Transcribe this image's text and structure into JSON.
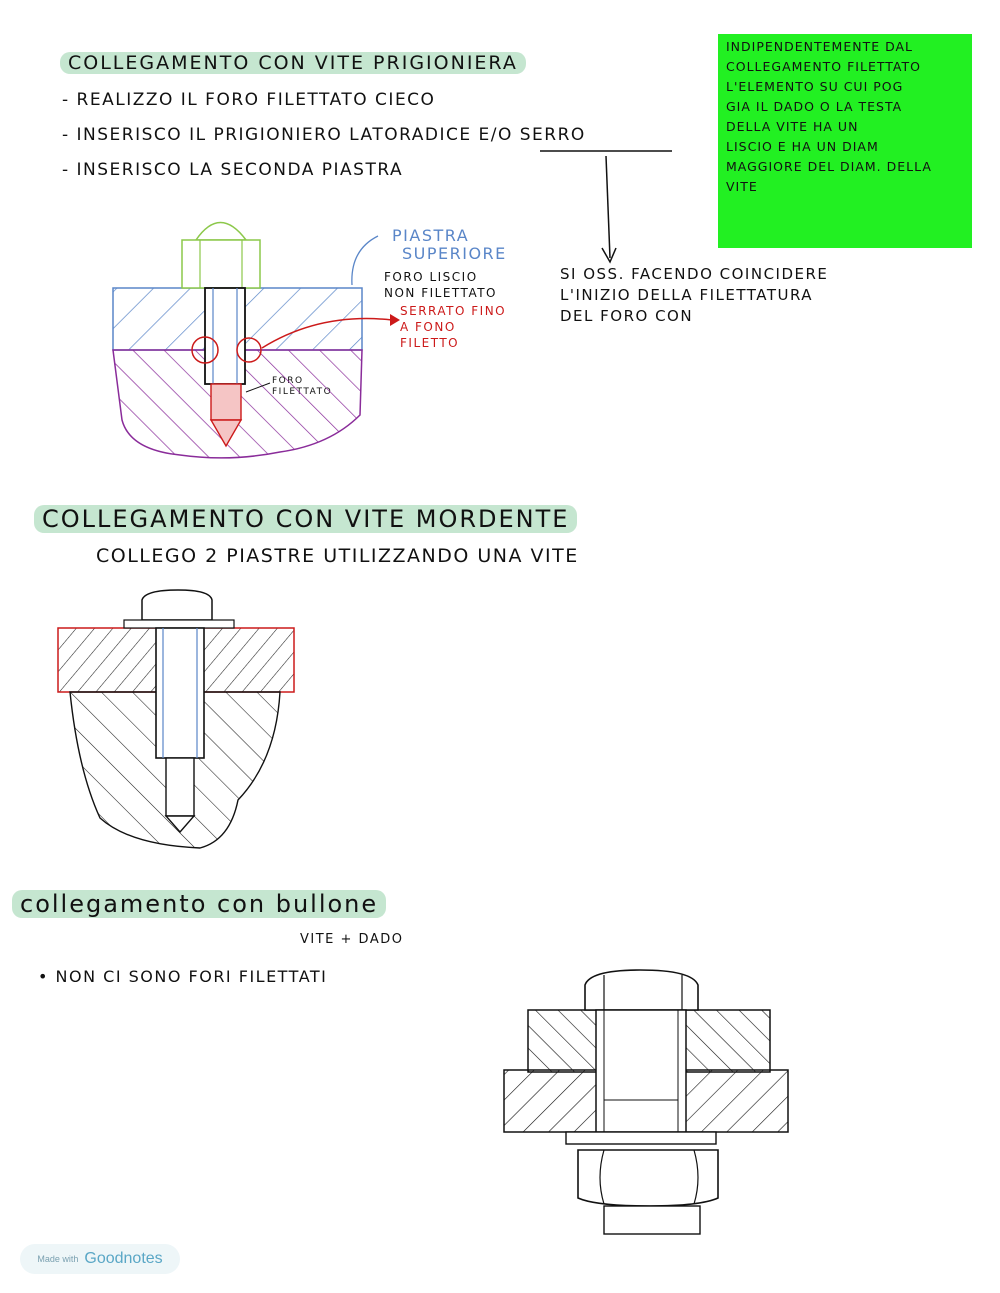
{
  "section1": {
    "title": "collegamento con vite prigioniera",
    "items": [
      "- realizzo il foro filettato cieco",
      "- inserisco il prigioniero latoradice e/o serro",
      "- inserisco la seconda piastra"
    ],
    "serro_word": "serro",
    "note_box": [
      "indipendentemente dal",
      "collegamento filettato",
      "l'elemento su cui pog",
      "gia il dado o la testa",
      "della vite ha un",
      "liscio e ha un diam",
      "maggiore del diam. della",
      "vite"
    ],
    "arrow_note": [
      "si oss. facendo coincidere",
      "l'inizio della filettatura",
      "del foro con"
    ],
    "label_piastra": [
      "piastra",
      "superiore"
    ],
    "label_foro_liscio": [
      "foro liscio",
      "non filettato"
    ],
    "label_serrato": [
      "serrato fino",
      "a fono",
      "filetto"
    ],
    "label_foro_filettato": [
      "foro",
      "filettato"
    ]
  },
  "section2": {
    "title": "collegamento con vite mordente",
    "subtitle": "collego 2 piastre utilizzando una vite"
  },
  "section3": {
    "title": "collegamento con bullone",
    "sub_label": "vite + dado",
    "bullet": "• non ci sono fori filettati"
  },
  "footer": {
    "made_with": "Made with",
    "brand": "Goodnotes"
  },
  "colors": {
    "highlight": "#96d2aa",
    "note_box": "#22f022",
    "blue_plate": "#5a86c8",
    "purple_plate": "#8a2c9a",
    "red_plate": "#cc1a1a",
    "nut_green": "#8cc84a"
  }
}
